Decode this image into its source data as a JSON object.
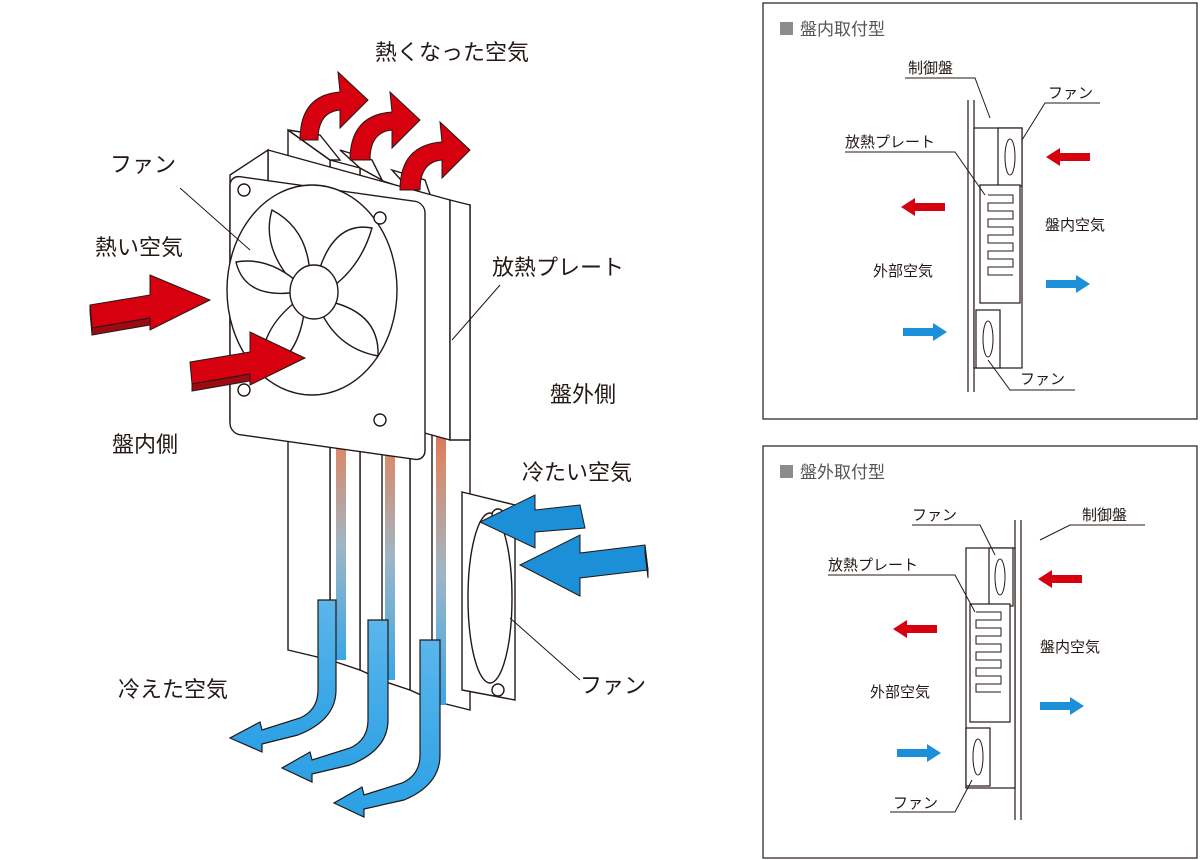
{
  "main_diagram": {
    "label_hot_air_out": "熱くなった空気",
    "label_fan_top": "ファン",
    "label_hot_air_in": "熱い空気",
    "label_heat_plate": "放熱プレート",
    "label_outside": "盤外側",
    "label_inside": "盤内側",
    "label_cold_air_in": "冷たい空気",
    "label_cooled_air": "冷えた空気",
    "label_fan_bottom": "ファン"
  },
  "inset_internal": {
    "title": "盤内取付型",
    "label_cabinet": "制御盤",
    "label_fan_top": "ファン",
    "label_plate": "放熱プレート",
    "label_inside_air": "盤内空気",
    "label_outside_air": "外部空気",
    "label_fan_bottom": "ファン"
  },
  "inset_external": {
    "title": "盤外取付型",
    "label_fan_top": "ファン",
    "label_cabinet": "制御盤",
    "label_plate": "放熱プレート",
    "label_inside_air": "盤内空気",
    "label_outside_air": "外部空気",
    "label_fan_bottom": "ファン"
  },
  "colors": {
    "hot": "#d7000f",
    "hot_dark": "#9e0a12",
    "cold": "#1b8fd8",
    "cold_dark": "#0f6aa8",
    "line": "#231815",
    "title_square": "#8c8c8c"
  }
}
